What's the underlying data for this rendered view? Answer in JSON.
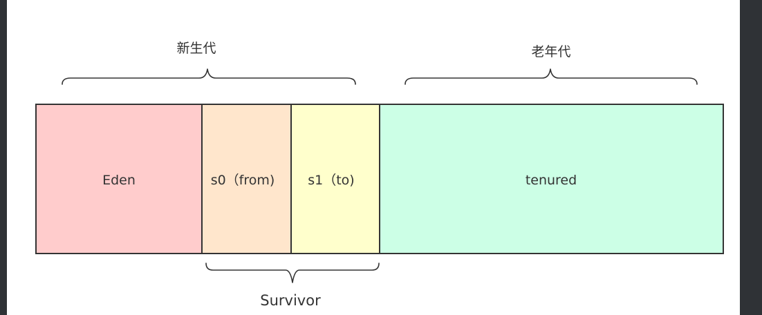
{
  "labels": {
    "young_generation": "新生代",
    "old_generation": "老年代",
    "survivor": "Survivor"
  },
  "regions": [
    {
      "id": "eden",
      "label": "Eden",
      "color": "#ffcccc"
    },
    {
      "id": "s0",
      "label": "s0（from)",
      "color": "#ffe6cc"
    },
    {
      "id": "s1",
      "label": "s1（to)",
      "color": "#ffffcc"
    },
    {
      "id": "tenured",
      "label": "tenured",
      "color": "#ccffe6"
    }
  ],
  "colors": {
    "outline": "#333333",
    "background": "#ffffff",
    "frame": "#2f3236"
  }
}
